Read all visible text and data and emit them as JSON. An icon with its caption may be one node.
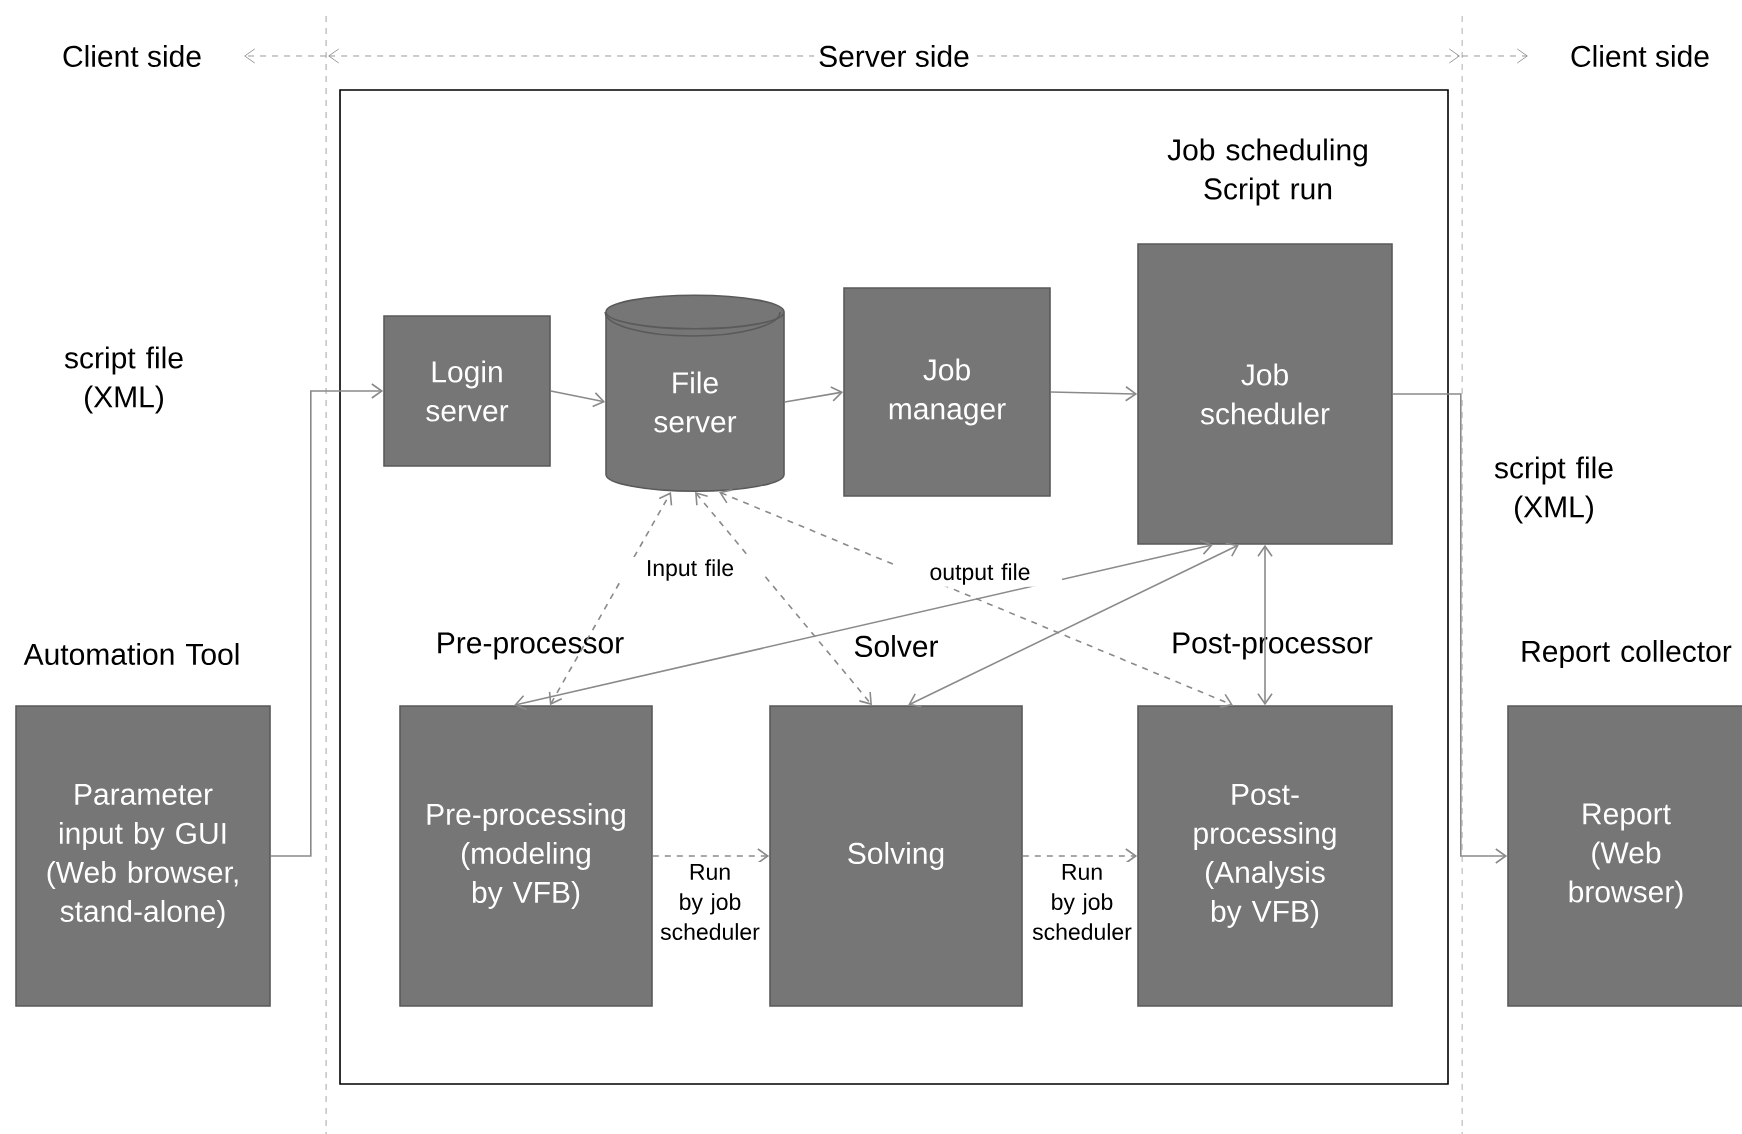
{
  "diagram": {
    "nodes": [
      {
        "text": [],
        "shape": "box"
      },
      {
        "text": [
          "Automation Tool",
          "Parameter input by GUI (Web browser, stand-alone)"
        ]
      },
      {
        "text": [
          "Login server"
        ],
        "in": 0
      },
      {
        "text": [
          "File server"
        ],
        "in": 0
      },
      {
        "text": [
          "Job manager"
        ],
        "in": 0
      },
      {
        "text": [
          "Job scheduling Script run",
          "Job scheduler"
        ],
        "in": 0
      },
      {
        "text": [
          "Pre-processor",
          "Pre-processing (modeling by VFB)"
        ],
        "in": 0
      },
      {
        "text": [
          "Solver",
          "Solving"
        ],
        "in": 0
      },
      {
        "text": [
          "Post-processor",
          "Post-processing (Analysis by VFB)"
        ],
        "in": 0
      },
      {
        "text": [
          "Report collector",
          "Report (Web browser)"
        ]
      }
    ],
    "edges": [
      {
        "from": 1,
        "to": 2,
        "arrow": "to",
        "label": "script file (XML)"
      },
      {
        "from": 2,
        "to": 3,
        "arrow": "to"
      },
      {
        "from": 3,
        "to": 4,
        "arrow": "to"
      },
      {
        "from": 4,
        "to": 5,
        "arrow": "to"
      },
      {
        "from": 5,
        "to": 9,
        "arrow": "to",
        "label": "script file (XML)"
      },
      {
        "from": 6,
        "to": 3,
        "arrow": "both",
        "style": "dashed",
        "label": "Input file"
      },
      {
        "from": 3,
        "to": 7,
        "arrow": "both",
        "style": "dashed"
      },
      {
        "from": 3,
        "to": 8,
        "arrow": "both",
        "style": "dashed",
        "label": "output file"
      },
      {
        "from": 5,
        "to": 6,
        "arrow": "both"
      },
      {
        "from": 5,
        "to": 7,
        "arrow": "both"
      },
      {
        "from": 5,
        "to": 8,
        "arrow": "both"
      },
      {
        "from": 6,
        "to": 7,
        "arrow": "to",
        "style": "dashed",
        "label": "Run by job scheduler"
      },
      {
        "from": 7,
        "to": 8,
        "arrow": "to",
        "style": "dashed",
        "label": "Run by job scheduler"
      }
    ],
    "labels": [
      "Client side",
      "Server side",
      "Client side"
    ]
  }
}
